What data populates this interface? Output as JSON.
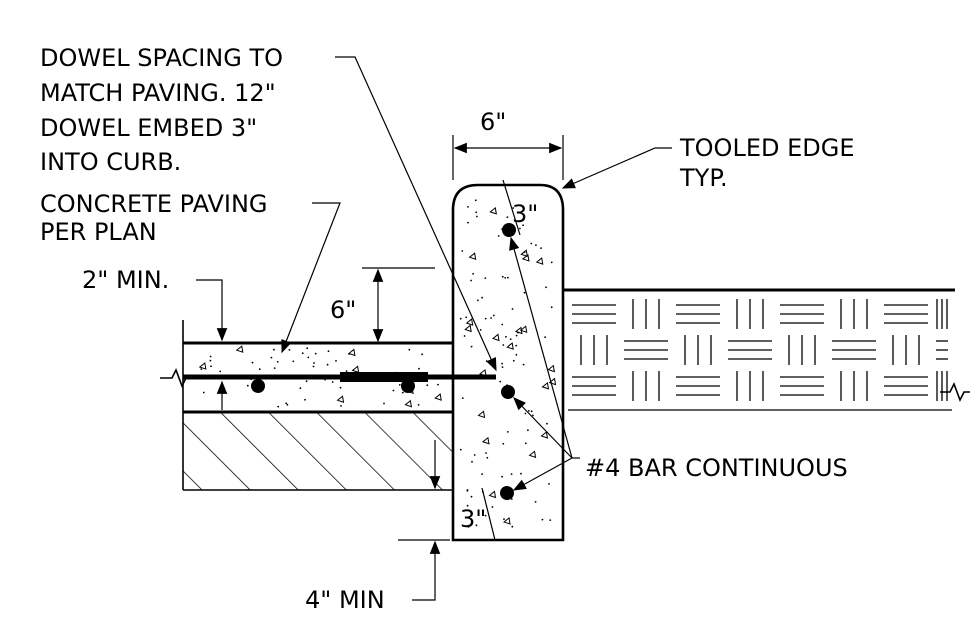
{
  "labels": {
    "dowel_note": [
      "DOWEL SPACING TO",
      "MATCH PAVING. 12\"",
      "DOWEL EMBED 3\"",
      "INTO CURB."
    ],
    "paving_note": [
      "CONCRETE PAVING",
      "PER PLAN"
    ],
    "min_2": "2\" MIN.",
    "dim_6_curb": "6\"",
    "dim_6_depth": "6\"",
    "tooled_edge": [
      "TOOLED EDGE",
      "TYP."
    ],
    "dim_3_top": "3\"",
    "dim_3_bottom": "3\"",
    "bar_note": "#4 BAR CONTINUOUS",
    "min_4": "4\" MIN"
  }
}
